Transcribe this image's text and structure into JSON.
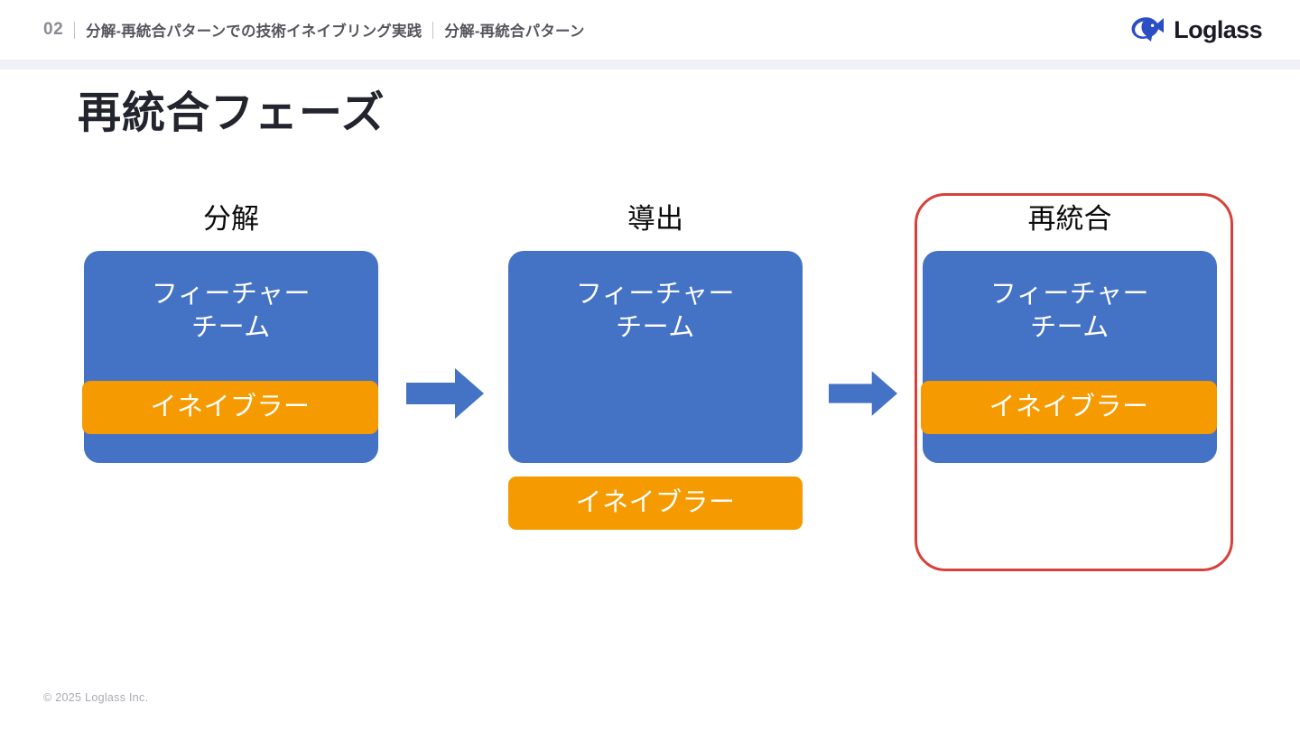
{
  "header": {
    "section_number": "02",
    "breadcrumb_1": "分解-再統合パターンでの技術イネイブリング実践",
    "breadcrumb_2": "分解-再統合パターン",
    "logo_text": "Loglass",
    "logo_mark": "whale-icon"
  },
  "title": "再統合フェーズ",
  "diagram": {
    "columns": [
      {
        "label": "分解",
        "team_label_line1": "フィーチャー",
        "team_label_line2": "チーム",
        "enabler_label": "イネイブラー",
        "enabler_inside": true,
        "highlighted": false
      },
      {
        "label": "導出",
        "team_label_line1": "フィーチャー",
        "team_label_line2": "チーム",
        "enabler_label": "イネイブラー",
        "enabler_inside": false,
        "highlighted": false
      },
      {
        "label": "再統合",
        "team_label_line1": "フィーチャー",
        "team_label_line2": "チーム",
        "enabler_label": "イネイブラー",
        "enabler_inside": true,
        "highlighted": true
      }
    ],
    "arrows": [
      "arrow-right-icon",
      "arrow-right-icon"
    ]
  },
  "colors": {
    "team_blue": "#4472c4",
    "enabler_orange": "#f59a00",
    "highlight_red": "#d8413a",
    "header_rule": "#f0f0f7",
    "title_text": "#22242e"
  },
  "footer": {
    "copyright": "© 2025 Loglass Inc."
  }
}
